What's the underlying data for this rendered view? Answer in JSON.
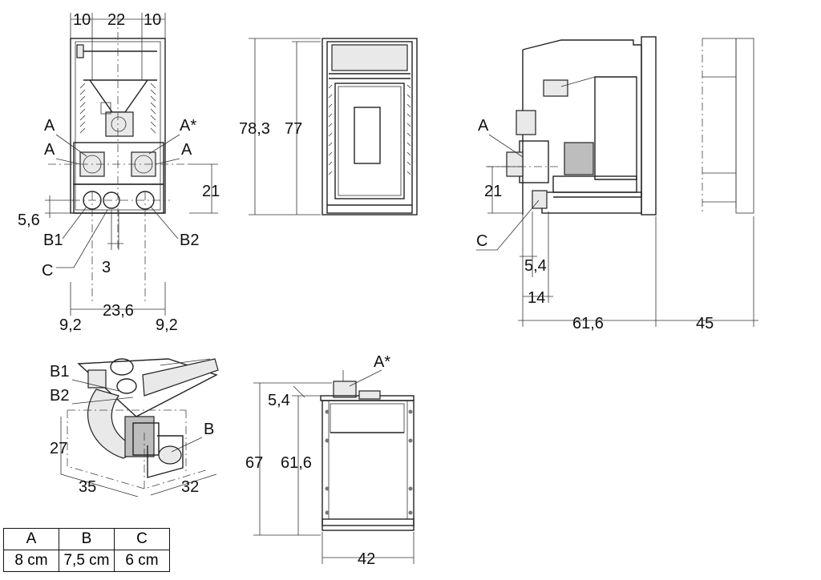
{
  "front_view": {
    "top_dims": [
      "10",
      "22",
      "10"
    ],
    "labels": [
      "A",
      "A",
      "A*",
      "A",
      "B1",
      "B2",
      "C"
    ],
    "side_dims": [
      "21",
      "5,6"
    ],
    "bottom_dims": [
      "3",
      "9,2",
      "23,6",
      "9,2"
    ]
  },
  "center_view": {
    "heights": [
      "78,3",
      "77"
    ]
  },
  "side_view": {
    "labels": [
      "A",
      "C"
    ],
    "dims": [
      "21",
      "5,4",
      "14",
      "61,6",
      "45"
    ]
  },
  "iso_view": {
    "labels": [
      "B1",
      "B2",
      "B"
    ],
    "dims": [
      "27",
      "35",
      "32"
    ]
  },
  "top_view": {
    "label": "A*",
    "dims": [
      "5,4",
      "67",
      "61,6",
      "42"
    ]
  },
  "legend": {
    "headers": [
      "A",
      "B",
      "C"
    ],
    "values": [
      "8 cm",
      "7,5 cm",
      "6 cm"
    ]
  }
}
